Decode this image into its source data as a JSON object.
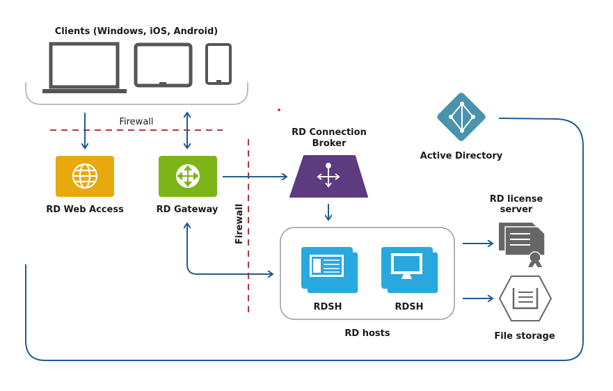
{
  "diagram": {
    "clients_title": "Clients (Windows, iOS, Android)",
    "firewall_top": "Firewall",
    "firewall_side": "Firewall",
    "web_access": "RD Web Access",
    "gateway": "RD Gateway",
    "broker_line1": "RD Connection",
    "broker_line2": "Broker",
    "active_directory": "Active Directory",
    "license_line1": "RD license",
    "license_line2": "server",
    "rdsh_1": "RDSH",
    "rdsh_2": "RDSH",
    "rd_hosts": "RD hosts",
    "file_storage": "File storage"
  },
  "colors": {
    "web_access": "#e8a90f",
    "gateway": "#7cb518",
    "broker": "#5e3a80",
    "active_directory": "#4a93ad",
    "rdsh": "#29a8e0",
    "arrow": "#1f5a93",
    "firewall": "#b8333b",
    "device": "#555555"
  }
}
